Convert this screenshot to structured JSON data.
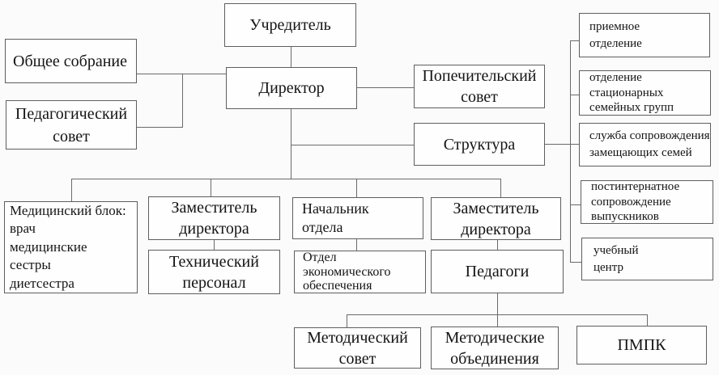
{
  "colors": {
    "background": "#fbfbfb",
    "box_fill": "#fefefe",
    "box_border": "#5e5e5e",
    "connector_line": "#6a6a6a",
    "text": "#141414"
  },
  "diagram": {
    "type": "organizational-chart",
    "language": "ru",
    "nodes": {
      "founder": {
        "label": "Учредитель"
      },
      "general_meeting": {
        "label": "Общее собрание"
      },
      "pedagogical_council": {
        "label": "Педагогический\nсовет"
      },
      "director": {
        "label": "Директор"
      },
      "board_of_trustees": {
        "label": "Попечительский\nсовет"
      },
      "structure": {
        "label": "Структура"
      },
      "admission": {
        "label": "приемное\nотделение"
      },
      "stationary_family_groups": {
        "label": "отделение\nстационарных\nсемейных групп"
      },
      "substitute_family_support": {
        "label": "служба сопровождения\nзамещающих семей"
      },
      "postinternat_support": {
        "label": "постинтернатное\nсопровождение\nвыпускников"
      },
      "training_center": {
        "label": "учебный\nцентр"
      },
      "medical_block": {
        "label": "Медицинский блок:\nврач\nмедицинские\nсестры\nдиетсестра"
      },
      "deputy_director_1": {
        "label": "Заместитель\nдиректора"
      },
      "technical_staff": {
        "label": "Технический\nперсонал"
      },
      "department_head": {
        "label": "Начальник\nотдела"
      },
      "economic_department": {
        "label": "Отдел\nэкономического\nобеспечения"
      },
      "deputy_director_2": {
        "label": "Заместитель\nдиректора"
      },
      "teachers": {
        "label": "Педагоги"
      },
      "methodical_council": {
        "label": "Методический\nсовет"
      },
      "methodical_associations": {
        "label": "Методические\nобъединения"
      },
      "pmpk": {
        "label": "ПМПК"
      }
    },
    "edges": [
      [
        "founder",
        "director"
      ],
      [
        "general_meeting",
        "director"
      ],
      [
        "pedagogical_council",
        "director"
      ],
      [
        "director",
        "board_of_trustees"
      ],
      [
        "director",
        "structure"
      ],
      [
        "structure",
        "admission"
      ],
      [
        "structure",
        "stationary_family_groups"
      ],
      [
        "structure",
        "substitute_family_support"
      ],
      [
        "structure",
        "postinternat_support"
      ],
      [
        "structure",
        "training_center"
      ],
      [
        "director",
        "medical_block"
      ],
      [
        "director",
        "deputy_director_1"
      ],
      [
        "director",
        "department_head"
      ],
      [
        "director",
        "deputy_director_2"
      ],
      [
        "deputy_director_1",
        "technical_staff"
      ],
      [
        "department_head",
        "economic_department"
      ],
      [
        "deputy_director_2",
        "teachers"
      ],
      [
        "teachers",
        "methodical_council"
      ],
      [
        "teachers",
        "methodical_associations"
      ],
      [
        "teachers",
        "pmpk"
      ]
    ]
  }
}
